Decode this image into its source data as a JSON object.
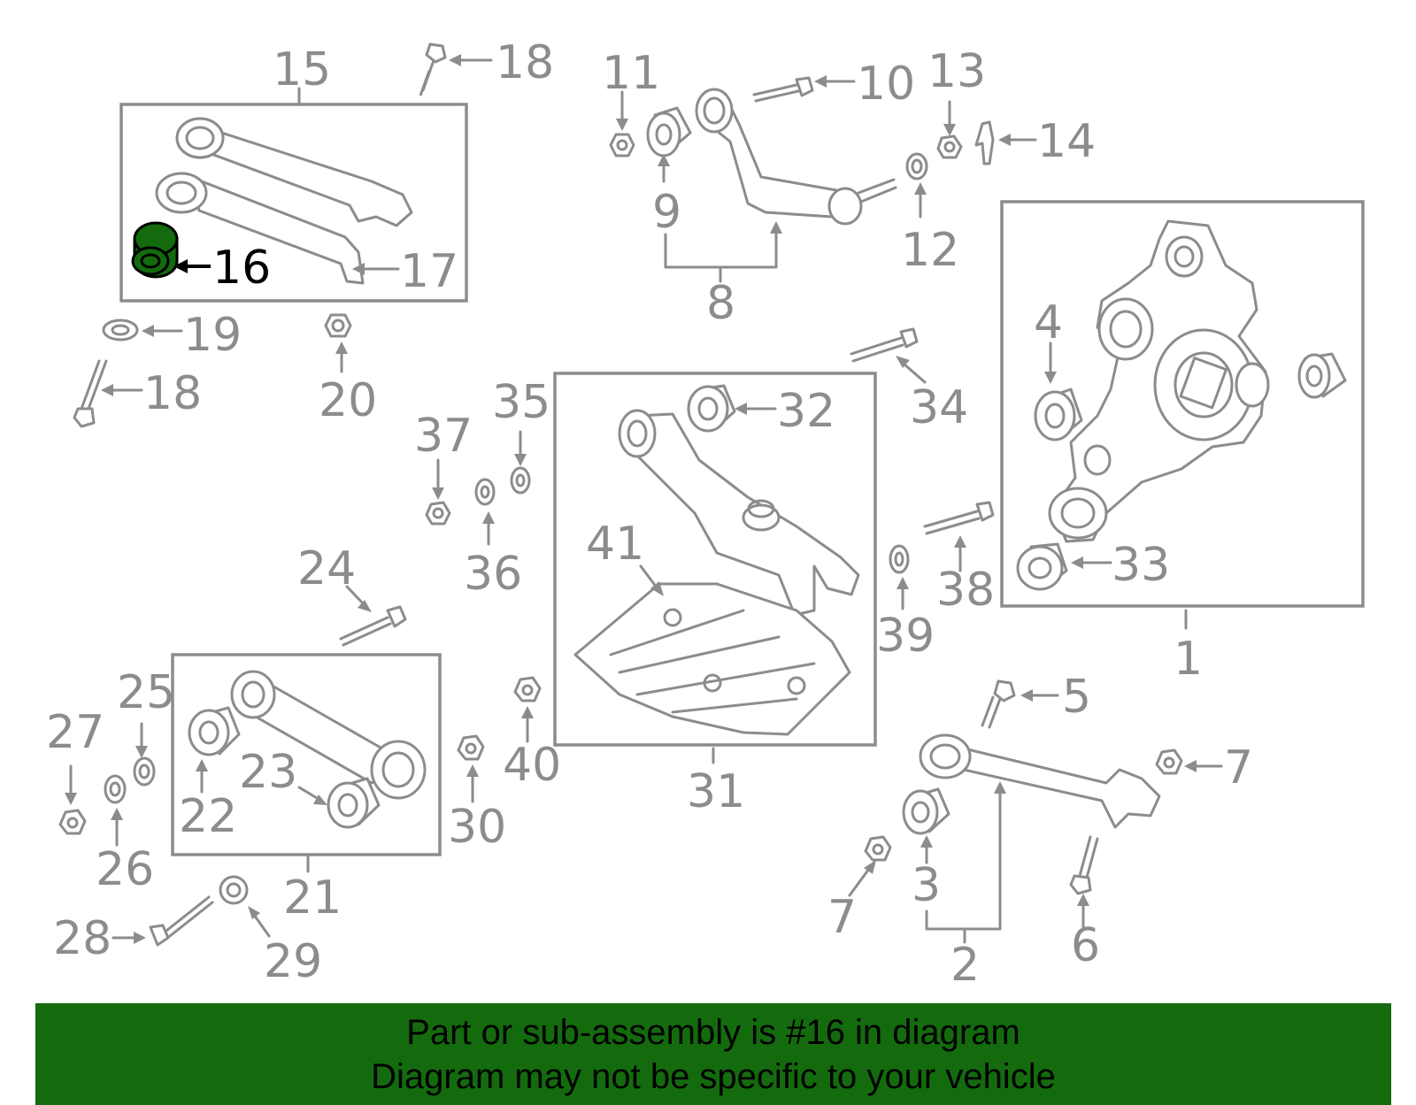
{
  "labels": {
    "l1": "1",
    "l2": "2",
    "l3": "3",
    "l4": "4",
    "l5": "5",
    "l6": "6",
    "l7a": "7",
    "l7b": "7",
    "l8": "8",
    "l9": "9",
    "l10": "10",
    "l11": "11",
    "l12": "12",
    "l13": "13",
    "l14": "14",
    "l15": "15",
    "l16": "16",
    "l17": "17",
    "l18a": "18",
    "l18b": "18",
    "l19": "19",
    "l20": "20",
    "l21": "21",
    "l22": "22",
    "l23": "23",
    "l24": "24",
    "l25": "25",
    "l26": "26",
    "l27": "27",
    "l28": "28",
    "l29": "29",
    "l30": "30",
    "l31": "31",
    "l32": "32",
    "l33": "33",
    "l34": "34",
    "l35": "35",
    "l36": "36",
    "l37": "37",
    "l38": "38",
    "l39": "39",
    "l40": "40",
    "l41": "41"
  },
  "highlighted_part": "16",
  "colors": {
    "highlight_part": "#146b0e",
    "banner_background": "#146b0e",
    "line_art": "#8c8c8c"
  },
  "banner": {
    "line1": "Part or sub-assembly is #16 in diagram",
    "line2": "Diagram may not be specific to your vehicle"
  }
}
